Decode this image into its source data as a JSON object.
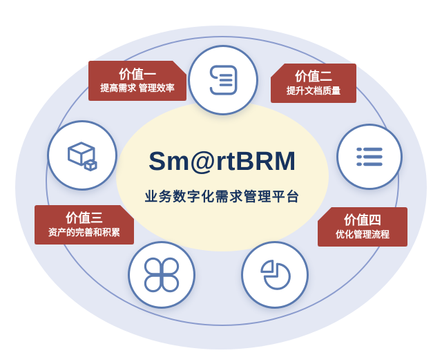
{
  "diagram": {
    "title": "Sm@rtBRM",
    "subtitle": "业务数字化需求管理平台",
    "values": [
      {
        "label": "价值一",
        "desc": "提高需求 管理效率"
      },
      {
        "label": "价值二",
        "desc": "提升文档质量"
      },
      {
        "label": "价值三",
        "desc": "资产的完善和积累"
      },
      {
        "label": "价值四",
        "desc": "优化管理流程"
      }
    ],
    "icons": [
      {
        "name": "scroll-icon"
      },
      {
        "name": "list-icon"
      },
      {
        "name": "box-icon"
      },
      {
        "name": "clover-icon"
      },
      {
        "name": "pie-chart-icon"
      }
    ],
    "colors": {
      "banner_red": "#a8423a",
      "icon_blue": "#5a7ab0",
      "title_navy": "#17335e",
      "center_fill": "#fbf5da",
      "outer_fill": "#e4e8f4",
      "ring_stroke": "#8b9cce"
    }
  }
}
